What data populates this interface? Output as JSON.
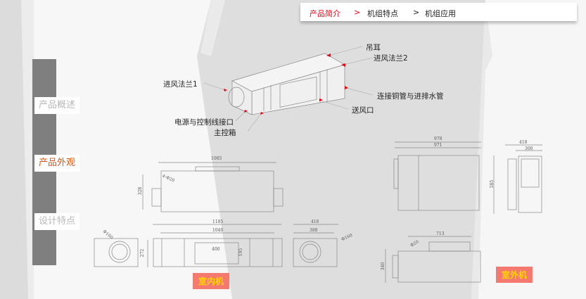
{
  "nav": {
    "items": [
      {
        "label": "产品简介",
        "active": true
      },
      {
        "label": ">"
      },
      {
        "label": "机组特点"
      },
      {
        "label": ">"
      },
      {
        "label": "机组应用"
      }
    ]
  },
  "sidebar": {
    "items": [
      {
        "label": "产品概述"
      },
      {
        "label": "产品外观",
        "active": true
      },
      {
        "label": "设计特点"
      }
    ]
  },
  "callouts": {
    "hanger": "吊耳",
    "inlet_flange_2": "进风法兰2",
    "inlet_flange_1": "进风法兰1",
    "pipe_connection": "连接铜管与进排水管",
    "supply_outlet": "送风口",
    "power_interface": "电源与控制线接口",
    "control_box": "主控箱"
  },
  "indoor": {
    "tag": "室内机",
    "dims": {
      "top_width": "1085",
      "top_height": "328",
      "hole": "4-Ф20",
      "left_dia": "Ф160",
      "total_len": "1185",
      "inner_len": "1040",
      "outlet_w": "400",
      "outlet_h": "195",
      "height": "272",
      "side_w": "416",
      "side_inner": "388",
      "side_dia": "Ф160"
    }
  },
  "outdoor": {
    "tag": "室外机",
    "dims": {
      "w1": "978",
      "w2": "971",
      "h": "585",
      "side_w": "418",
      "side_inner": "300",
      "bottom_w": "713",
      "hole": "Ф20",
      "bottom_h": "340"
    }
  },
  "colors": {
    "accent": "#e60012",
    "active_side": "#d9550f",
    "tag_bg": "#f47a70",
    "tag_text": "#ffd400"
  }
}
